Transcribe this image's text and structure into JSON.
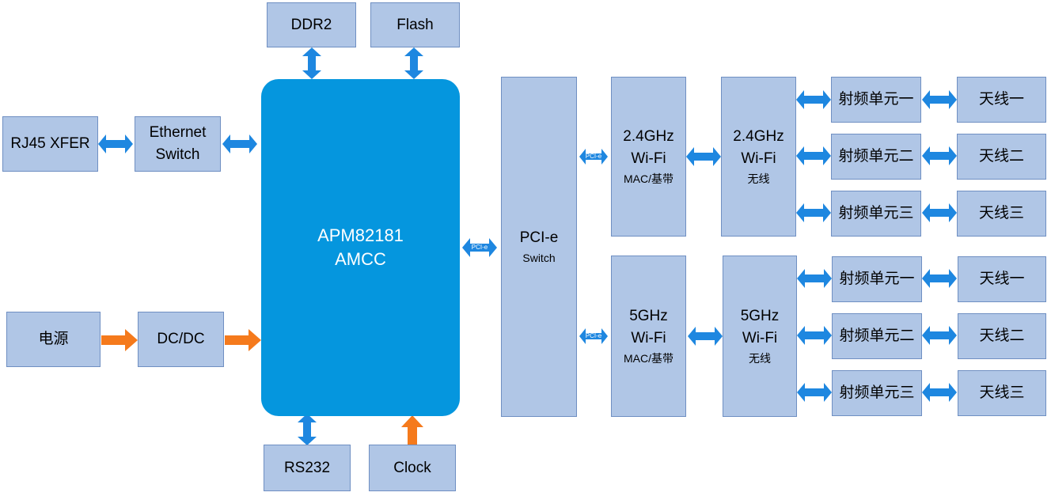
{
  "colors": {
    "box_fill": "#b0c6e6",
    "box_border": "#6f8fc2",
    "cpu_fill": "#0596de",
    "data_arrow": "#1e87e0",
    "power_arrow": "#f57a1c"
  },
  "memory": {
    "ddr": "DDR2",
    "flash": "Flash"
  },
  "network": {
    "rj45": "RJ45 XFER",
    "switch_line1": "Ethernet",
    "switch_line2": "Switch"
  },
  "power": {
    "source": "电源",
    "dcdc": "DC/DC"
  },
  "cpu": {
    "line1": "APM82181",
    "line2": "AMCC"
  },
  "bottom": {
    "rs232": "RS232",
    "clock": "Clock"
  },
  "pcie_switch": {
    "line1": "PCI-e",
    "line2": "Switch"
  },
  "link_label": "PCI-e",
  "wifi_24": {
    "mac_line1": "2.4GHz",
    "mac_line2": "Wi-Fi",
    "mac_line3": "MAC/基带",
    "radio_line1": "2.4GHz",
    "radio_line2": "Wi-Fi",
    "radio_line3": "无线",
    "rf_units": [
      "射频单元一",
      "射频单元二",
      "射频单元三"
    ],
    "antennas": [
      "天线一",
      "天线二",
      "天线三"
    ]
  },
  "wifi_5": {
    "mac_line1": "5GHz",
    "mac_line2": "Wi-Fi",
    "mac_line3": "MAC/基带",
    "radio_line1": "5GHz",
    "radio_line2": "Wi-Fi",
    "radio_line3": "无线",
    "rf_units": [
      "射频单元一",
      "射频单元二",
      "射频单元三"
    ],
    "antennas": [
      "天线一",
      "天线二",
      "天线三"
    ]
  }
}
